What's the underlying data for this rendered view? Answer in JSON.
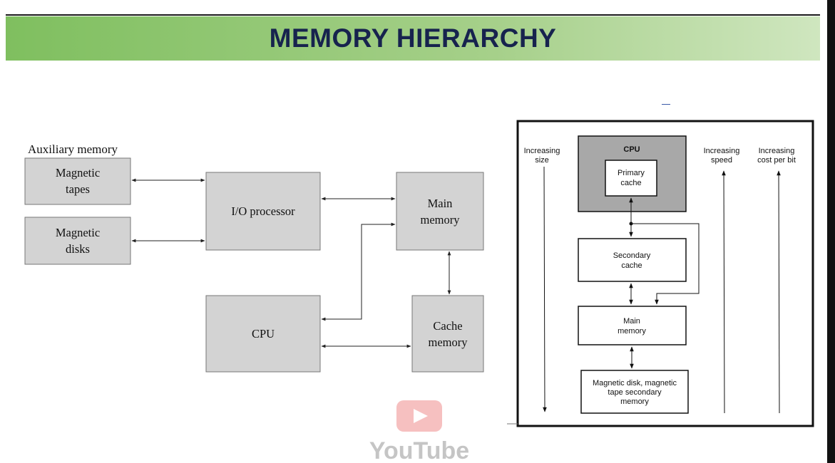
{
  "title": "MEMORY HIERARCHY",
  "left_diagram": {
    "group_label": "Auxiliary memory",
    "nodes": {
      "tapes": [
        "Magnetic",
        "tapes"
      ],
      "disks": [
        "Magnetic",
        "disks"
      ],
      "io": [
        "I/O processor"
      ],
      "main": [
        "Main",
        "memory"
      ],
      "cpu": [
        "CPU"
      ],
      "cache": [
        "Cache",
        "memory"
      ]
    },
    "connections": [
      [
        "tapes",
        "io"
      ],
      [
        "disks",
        "io"
      ],
      [
        "io",
        "main"
      ],
      [
        "cpu",
        "main"
      ],
      [
        "main",
        "cache"
      ],
      [
        "cpu",
        "cache"
      ]
    ]
  },
  "right_diagram": {
    "axis_labels": {
      "size": [
        "Increasing",
        "size"
      ],
      "speed": [
        "Increasing",
        "speed"
      ],
      "cost": [
        "Increasing",
        "cost per bit"
      ]
    },
    "cpu_label": "CPU",
    "nodes": {
      "primary": [
        "Primary",
        "cache"
      ],
      "secondary": [
        "Secondary",
        "cache"
      ],
      "main": [
        "Main",
        "memory"
      ],
      "disk": [
        "Magnetic disk, magnetic",
        "tape secondary",
        "memory"
      ]
    }
  },
  "watermark": "YouTube",
  "colors": {
    "banner": "#8fc47a",
    "title": "#17234e",
    "box_fill": "#d3d3d3",
    "cpu_block": "#a8a8a8"
  }
}
